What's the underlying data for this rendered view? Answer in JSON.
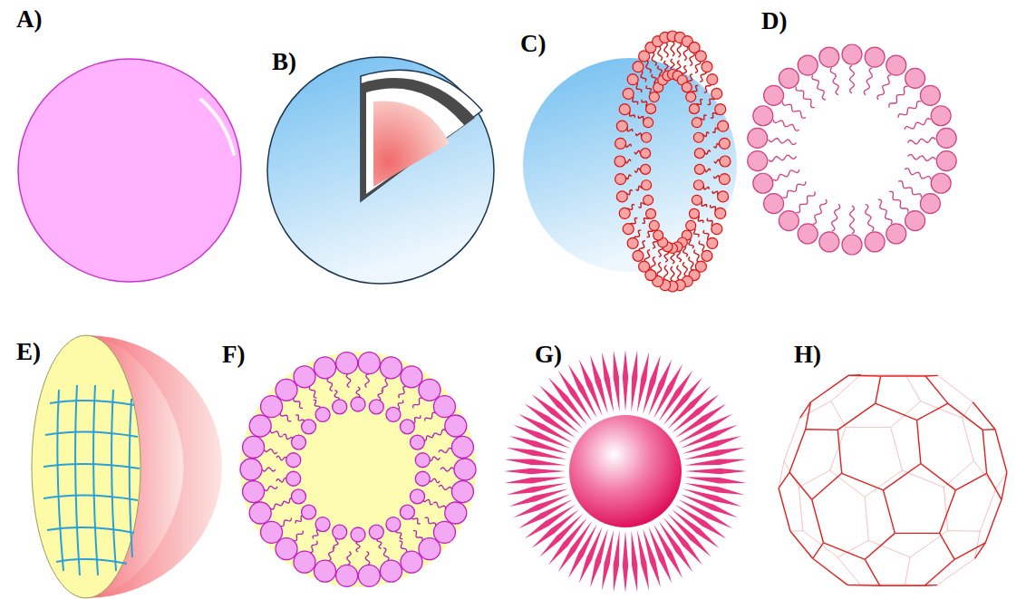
{
  "diagram": {
    "labels": [
      "A)",
      "B)",
      "C)",
      "D)",
      "E)",
      "F)",
      "G)",
      "H)"
    ]
  }
}
